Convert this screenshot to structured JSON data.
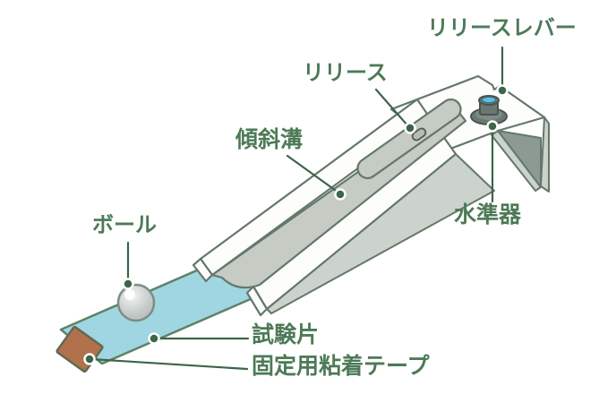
{
  "diagram": {
    "labels": {
      "release_lever": "リリースレバー",
      "release": "リリース",
      "inclined_groove": "傾斜溝",
      "level": "水準器",
      "ball": "ボール",
      "test_piece": "試験片",
      "fixing_tape": "固定用粘着テープ"
    },
    "parts": [
      {
        "id": "release_lever",
        "label": "リリースレバー"
      },
      {
        "id": "release",
        "label": "リリース"
      },
      {
        "id": "inclined_groove",
        "label": "傾斜溝"
      },
      {
        "id": "level",
        "label": "水準器"
      },
      {
        "id": "ball",
        "label": "ボール"
      },
      {
        "id": "test_piece",
        "label": "試験片"
      },
      {
        "id": "fixing_tape",
        "label": "固定用粘着テープ"
      }
    ],
    "colors": {
      "background": "#ffffff",
      "label_text": "#4d7a57",
      "leader_line": "#3d6549",
      "marker_dot": "#3d6549",
      "outline": "#64786a",
      "strip_blue": "#a0d5e2",
      "tape_brown": "#b1714d",
      "ball_gray": "#c5c9c8",
      "groove_gray": "#c6cbc4",
      "rail_white": "#fdfdfc",
      "shadow_gray": "#8d9a94",
      "side_gray": "#ccd2cc",
      "knob_dark": "#6b7773",
      "level_bubble_blue": "#5ac2e4"
    }
  }
}
